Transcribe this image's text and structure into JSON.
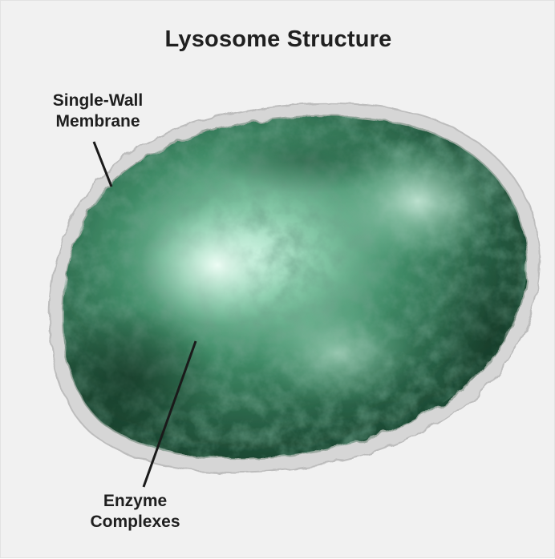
{
  "title": "Lysosome Structure",
  "labels": {
    "membrane": [
      "Single-Wall",
      "Membrane"
    ],
    "enzyme": [
      "Enzyme",
      "Complexes"
    ]
  },
  "colors": {
    "background": "#f1f1f1",
    "body_dark": "#163d2a",
    "body_mid": "#3f8a66",
    "body_light": "#a8e3c8",
    "membrane_halo": "#cfcfcf",
    "text": "#202020"
  }
}
